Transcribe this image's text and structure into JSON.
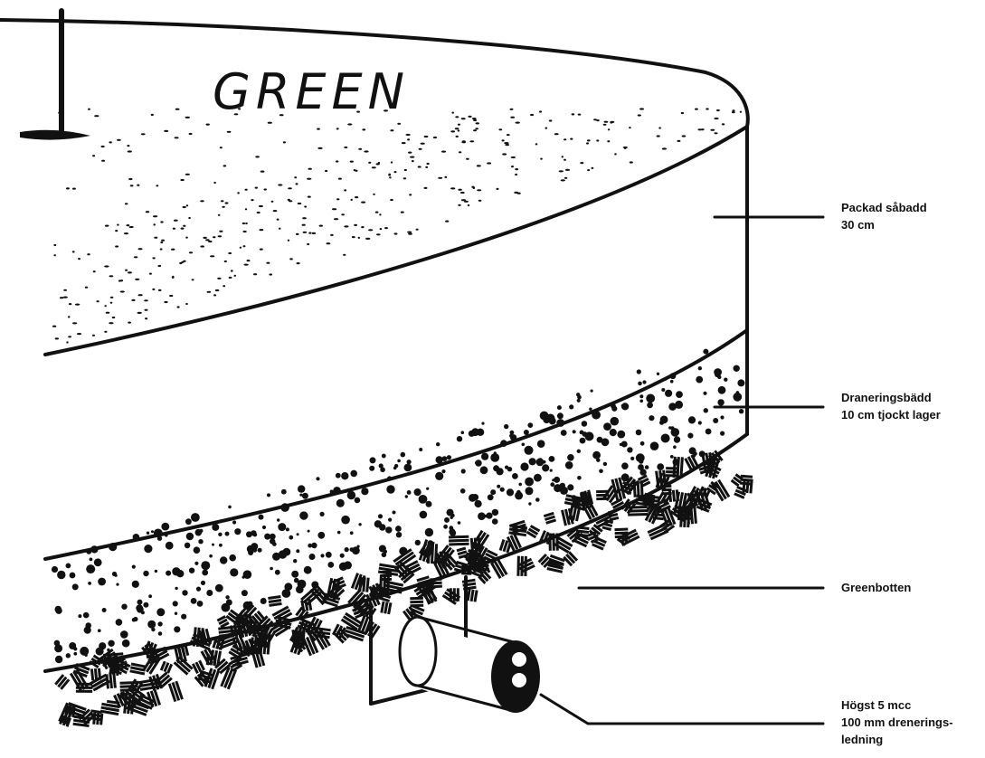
{
  "title": "GREEN",
  "layers": [
    {
      "name": "Packad såbadd",
      "detail": "30 cm"
    },
    {
      "name": "Draneringsbädd",
      "detail": "10 cm tjockt lager"
    },
    {
      "name": "Greenbotten"
    }
  ],
  "pipe_note": {
    "line1": "Högst 5 mcc",
    "line2": "100 mm drenerings-",
    "line3": "ledning"
  }
}
